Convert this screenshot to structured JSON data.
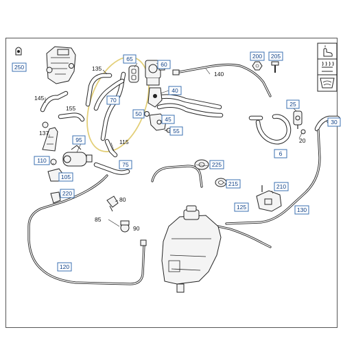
{
  "diagram": {
    "colors": {
      "callout_box": "#3a6fb0",
      "callout_text": "#0d3f86",
      "highlight": "#e3cf78",
      "line": "#222222"
    },
    "callouts": {
      "c250": "250",
      "c65": "65",
      "c60": "60",
      "c200": "200",
      "c205": "205",
      "c40": "40",
      "c70": "70",
      "c50": "50",
      "c45": "45",
      "c55": "55",
      "c25": "25",
      "c30": "30",
      "c95": "95",
      "c6": "6",
      "c110": "110",
      "c75": "75",
      "c225": "225",
      "c105": "105",
      "c215": "215",
      "c220": "220",
      "c210": "210",
      "c125": "125",
      "c130": "130",
      "c120": "120"
    },
    "labels": {
      "l135": "135",
      "l140": "140",
      "l145": "145",
      "l155": "155",
      "l137": "137",
      "l115": "115",
      "l20": "20",
      "l80": "80",
      "l85": "85",
      "l90": "90"
    },
    "legend_icons": [
      "finger-tap-icon",
      "heater-icon",
      "windshield-icon"
    ]
  }
}
